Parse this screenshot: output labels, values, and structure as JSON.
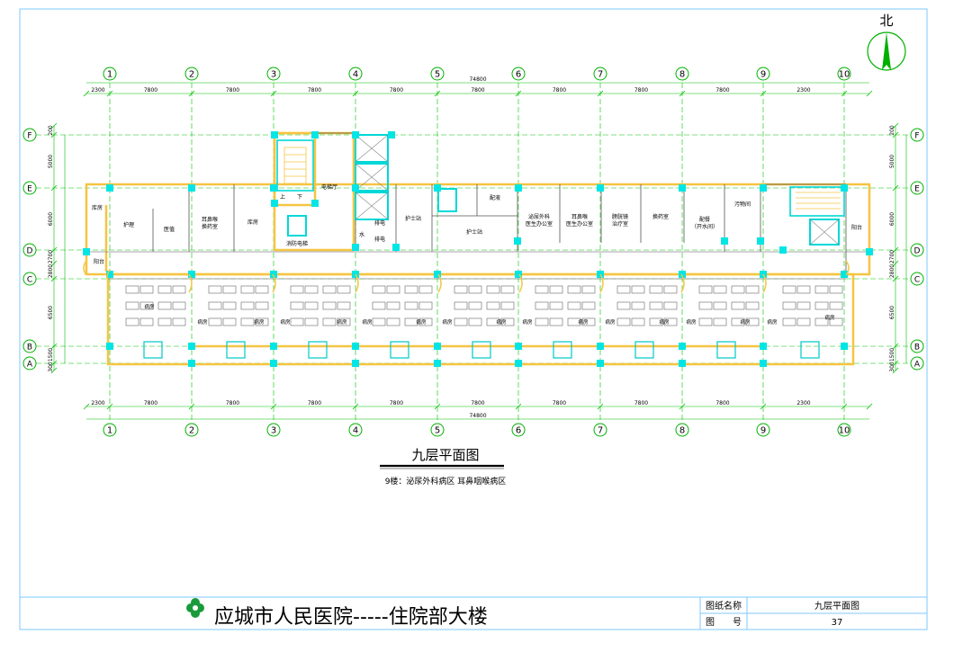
{
  "compass": {
    "label": "北"
  },
  "grid": {
    "columns": [
      "1",
      "2",
      "3",
      "4",
      "5",
      "6",
      "7",
      "8",
      "9",
      "10"
    ],
    "rows": [
      "F",
      "E",
      "D",
      "C",
      "B",
      "A"
    ],
    "column_spacings": [
      "2300",
      "7800",
      "7800",
      "7800",
      "7800",
      "7800",
      "7800",
      "7800",
      "7800",
      "2300"
    ],
    "total_width": "74800",
    "row_spacings_left": [
      "200",
      "5000",
      "6000",
      "2700",
      "2800",
      "6500",
      "1500",
      "300"
    ],
    "row_spacings_right": [
      "200",
      "5000",
      "6000",
      "2700",
      "2800",
      "6500",
      "1500",
      "300"
    ]
  },
  "rooms_north": [
    {
      "id": "kufang-w",
      "label": "库房"
    },
    {
      "id": "huzhan",
      "label": "护理"
    },
    {
      "id": "yizhi",
      "label": "医值"
    },
    {
      "id": "ebh-huanyao",
      "label": "耳鼻喉\n换药室"
    },
    {
      "id": "kufang-2",
      "label": "库房"
    },
    {
      "id": "stair-up",
      "label": "上"
    },
    {
      "id": "stair-down",
      "label": "下"
    },
    {
      "id": "dianti-ting",
      "label": "电梯厅"
    },
    {
      "id": "xiaoshi",
      "label": "消防电梯"
    },
    {
      "id": "jiguan",
      "label": "排电"
    },
    {
      "id": "shui",
      "label": "水"
    },
    {
      "id": "jiguan2",
      "label": "排电"
    },
    {
      "id": "hushizhan-a",
      "label": "护士站"
    },
    {
      "id": "hushizhan",
      "label": "护士站"
    },
    {
      "id": "peiyao",
      "label": "配液"
    },
    {
      "id": "mnwk-office",
      "label": "泌尿外科\n医生办公室"
    },
    {
      "id": "ebh-office",
      "label": "耳鼻喉\n医生办公室"
    },
    {
      "id": "pgj-zhiliao",
      "label": "膀胱镜\n治疗室"
    },
    {
      "id": "huanyao",
      "label": "换药室"
    },
    {
      "id": "peican",
      "label": "配餐\n（开水间）"
    },
    {
      "id": "wuxi",
      "label": "污物间"
    },
    {
      "id": "yangtai-e",
      "label": "阳台"
    },
    {
      "id": "yangtai-w",
      "label": "阳台"
    }
  ],
  "wards_label": "病房",
  "title": {
    "drawing": "九层平面图",
    "subtitle": "9楼：泌尿外科病区 耳鼻咽喉病区"
  },
  "title_block": {
    "project": "应城市人民医院-----住院部大楼",
    "name_label": "图纸名称",
    "name_value": "九层平面图",
    "number_label": "图　　号",
    "number_value": "37"
  },
  "colors": {
    "wall": "#f5c542",
    "column": "#00e5e5",
    "line": "#008000",
    "text": "#000000",
    "logo": "#1a9a3a"
  }
}
